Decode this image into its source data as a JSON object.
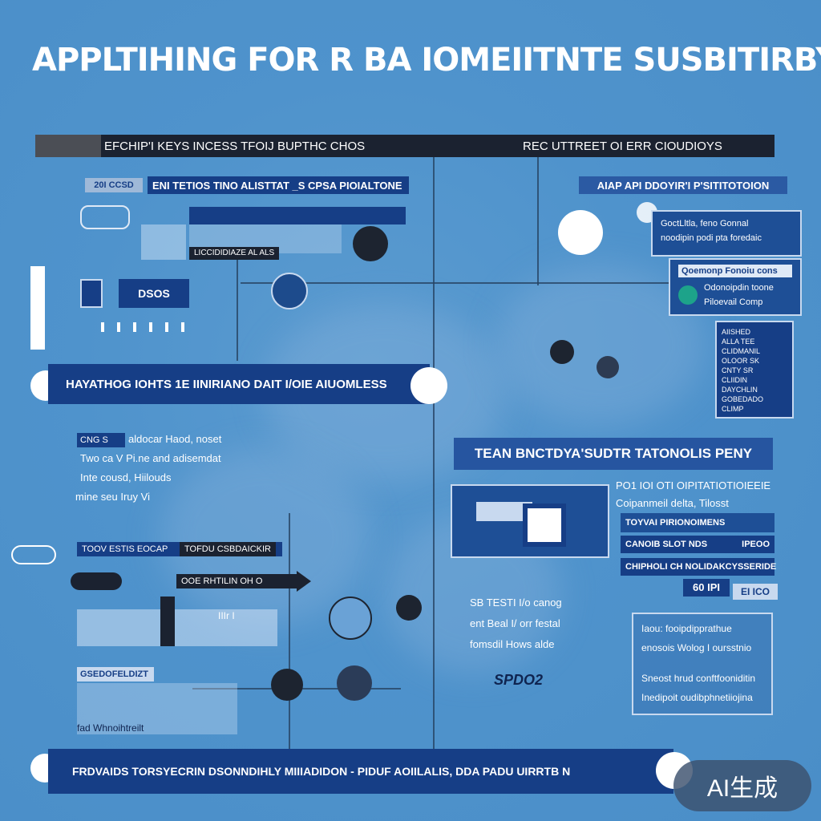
{
  "title": "APPLTIHING FOR R BA IOMEIITNTE SUSBITIRBY",
  "top_bar": {
    "left": "EFCHIP'I KEYS INCESS TFOIJ BUPTHC CHOS",
    "right": "REC UTTREET OI ERR CIOUDIOYS"
  },
  "left_panel": {
    "tag": "20I CCSD",
    "subtitle": "ENI TETIOS TINO ALISTTAT _S CPSA PIOIALTONE",
    "sub_label": "LICCIDIDIAZE AL ALS",
    "small_pill": "DSOS"
  },
  "right_panel": {
    "heading": "AIAP API DDOYIR'I P'SITITOTOION",
    "card1_lines": [
      "GoctLltla, feno Gonnal",
      "noodipin podi pta foredaic"
    ],
    "card2_header": "Qoemonp Fonoiu cons",
    "card2_lines": [
      "Odonoipdin toone",
      "Piloevail Comp"
    ],
    "side_card_lines": [
      "AIISHED",
      "ALLA TEE",
      "CLIDMANIL",
      "OLOOR SK",
      "CNTY SR",
      "CLIIDIN",
      "DAYCHLIN",
      "GOBEDADO",
      "CLIMP"
    ]
  },
  "mid_banner": "HAYATHOG IOHTS  1E IINIRIANO DAIT I/OIE AIUOMLESS",
  "lower_left": {
    "tag": "CNG S",
    "lines": [
      "aldocar Haod, noset",
      "Two ca V Pi.ne and adisemdat",
      "Inte cousd, Hiilouds",
      "mine seu Iruy Vi"
    ],
    "bar1": "TOOV ESTIS EOCAP",
    "bar2": "TOFDU CSBDAICKIR",
    "arrow_bar": "OOE RHTILIN OH O",
    "small_label": "IIIr I",
    "bottom_tag": "GSEDOFELDIZT",
    "bottom_line": "fad Whnoihtreilt"
  },
  "lower_right": {
    "banner": "TEAN BNCTDYA'SUDTR TATONOLIS PENY",
    "text_lines": [
      "PO1 IOI OTI OIPITATIOTIOIEEIE",
      "Coipanmeil delta, Tilosst"
    ],
    "bar1": "TOYVAI PIRIONOIMENS",
    "bar2": "CANOIB SLOT NDS",
    "bar2_right": "IPEOO",
    "bar3": "CHIPHOLI CH NOLIDAKCYS",
    "bar3_right": "SERIDE",
    "num_badge": "60 IPI",
    "num_badge2": "EI ICO",
    "mid_lines": [
      "SB TESTI I/o canog",
      "ent Beal I/ orr festal",
      "fomsdil Hows alde"
    ],
    "signature": "SPDO2",
    "card_lines": [
      "Iaou: fooipdipprathue",
      "enosois Wolog I oursstnio",
      "Sneost hrud conftfooniditin",
      "Inedipoit oudibphnetiiojina"
    ]
  },
  "bottom_banner": "FRDVAIDS TORSYECRIN  DSONNDIHLY MIIIADIDON -  PIDUF AOIILALIS, DDA PADU UIRRTB N",
  "watermark": "AI生成"
}
